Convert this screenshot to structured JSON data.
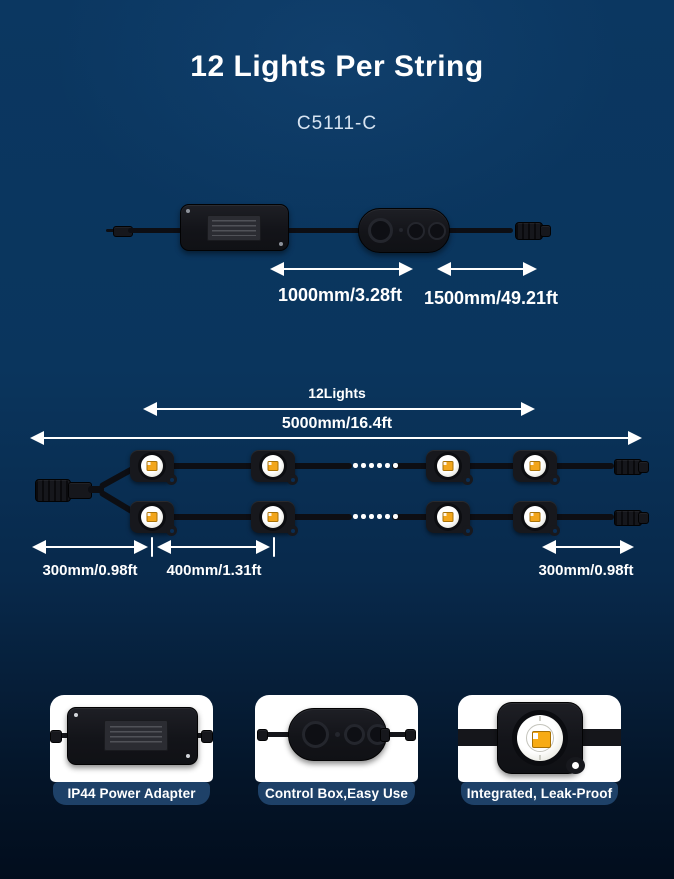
{
  "header": {
    "title": "12 Lights Per String",
    "model": "C5111-C"
  },
  "power_diagram": {
    "adapter_cable_length": "1000mm/3.28ft",
    "controller_cable_length": "1500mm/49.21ft"
  },
  "string_diagram": {
    "lights_label": "12Lights",
    "total_length": "5000mm/16.4ft",
    "left_lead": "300mm/0.98ft",
    "module_spacing": "400mm/1.31ft",
    "right_lead": "300mm/0.98ft"
  },
  "features": [
    {
      "caption": "IP44 Power Adapter",
      "icon": "power-adapter-illustration"
    },
    {
      "caption": "Control Box,Easy Use",
      "icon": "control-box-illustration"
    },
    {
      "caption": "Integrated, Leak-Proof",
      "icon": "light-module-illustration"
    }
  ],
  "colors": {
    "background_top": "#0b3761",
    "background_bottom": "#020d1d",
    "text_primary": "#ffffff",
    "text_secondary": "#d7e4f2",
    "caption_bar": "#1e4168",
    "device_black": "#131419",
    "led_chip_amber": "#f2a51a",
    "arrow_white": "#ffffff"
  }
}
